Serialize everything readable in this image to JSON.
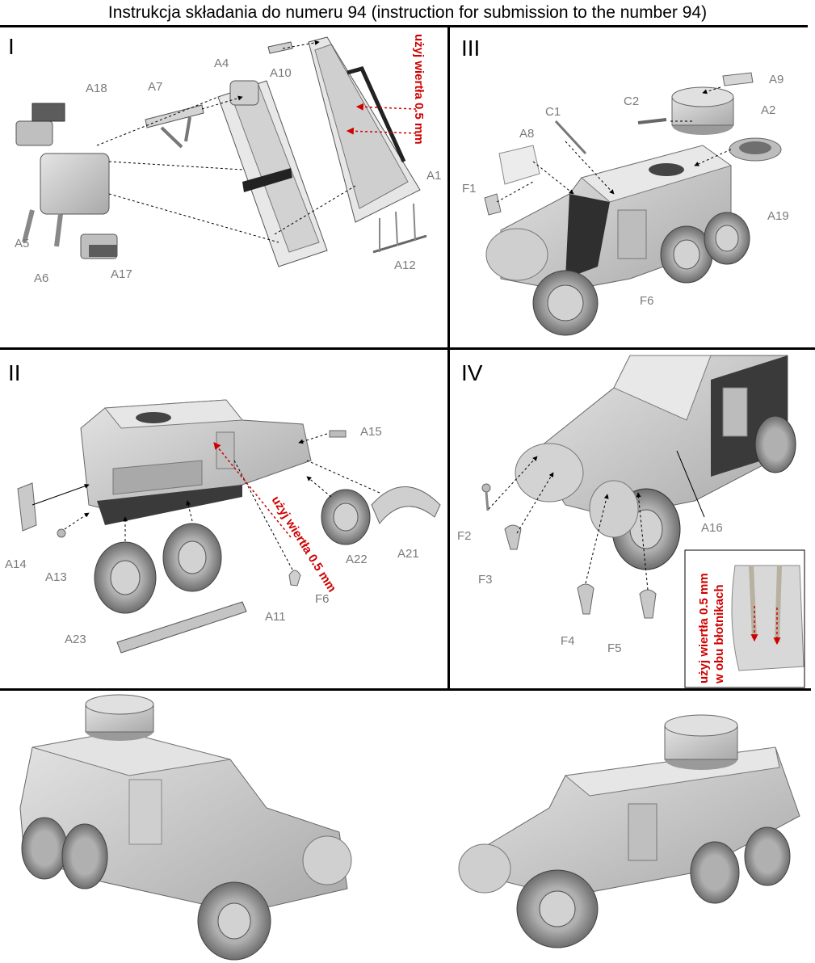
{
  "title": "Instrukcja składania do numeru 94 (instruction for submission to the number 94)",
  "steps": {
    "s1": {
      "numeral": "I",
      "drill_note": "użyj wiertła 0.5 mm",
      "labels": [
        "A18",
        "A7",
        "A4",
        "A10",
        "A1",
        "A5",
        "A6",
        "A17",
        "A12"
      ]
    },
    "s2": {
      "numeral": "II",
      "drill_note": "użyj wiertła 0.5 mm",
      "labels": [
        "A15",
        "A14",
        "A13",
        "A22",
        "A21",
        "F6",
        "A23",
        "A11"
      ]
    },
    "s3": {
      "numeral": "III",
      "labels": [
        "A9",
        "C1",
        "C2",
        "A2",
        "A8",
        "F1",
        "A19",
        "F6"
      ]
    },
    "s4": {
      "numeral": "IV",
      "inset_note_1": "użyj wiertła 0.5 mm",
      "inset_note_2": "w obu błotnikach",
      "labels": [
        "F2",
        "F3",
        "A16",
        "F4",
        "F5"
      ]
    }
  },
  "colors": {
    "drill_note": "#d00000",
    "part_label": "#7a7a7a",
    "model": "#c8c8c8"
  }
}
